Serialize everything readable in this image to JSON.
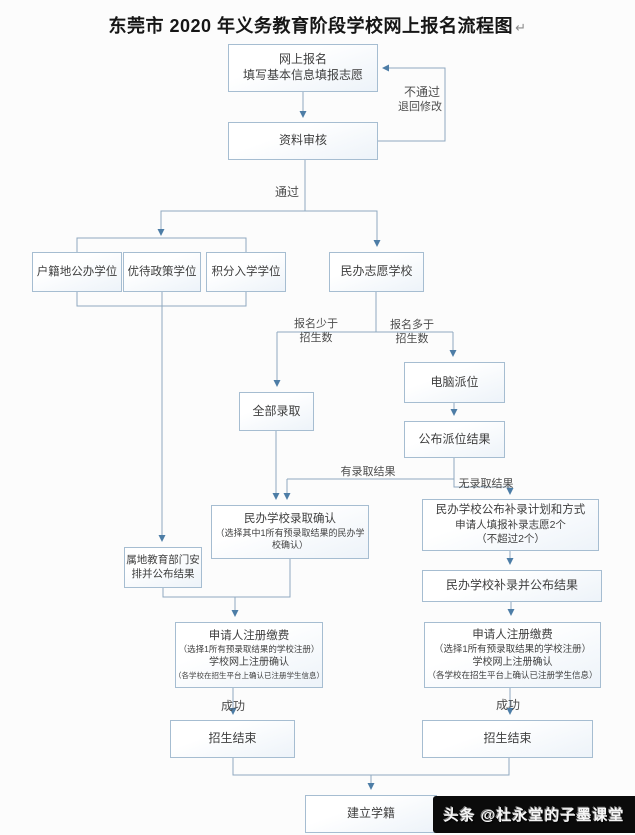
{
  "title": {
    "text": "东莞市 2020 年义务教育阶段学校网上报名流程图",
    "mark": "↵"
  },
  "nodes": {
    "online_signup": {
      "text": "网上报名\n填写基本信息填报志愿"
    },
    "material_review": {
      "text": "资料审核"
    },
    "household_public": {
      "text": "户籍地公办学位"
    },
    "preferential_policy": {
      "text": "优待政策学位"
    },
    "points_admission": {
      "text": "积分入学学位"
    },
    "private_volunteer": {
      "text": "民办志愿学校"
    },
    "all_admitted": {
      "text": "全部录取"
    },
    "computer_allocation": {
      "text": "电脑派位"
    },
    "allocation_result": {
      "text": "公布派位结果"
    },
    "private_confirm": {
      "line1": "民办学校录取确认",
      "line2": "（选择其中1所有预录取结果的民办学",
      "line3": "校确认）"
    },
    "local_authority": {
      "text": "属地教育部门安\n排并公布结果"
    },
    "supplement_plan": {
      "line1": "民办学校公布补录计划和方式",
      "line2": "申请人填报补录志愿2个",
      "line3": "（不超过2个）"
    },
    "supplement_result": {
      "text": "民办学校补录并公布结果"
    },
    "register_pay_left": {
      "line1": "申请人注册缴费",
      "line2": "（选择1所有预录取结果的学校注册）",
      "line3": "学校网上注册确认",
      "line4": "（各学校在招生平台上确认已注册学生信息）"
    },
    "register_pay_right": {
      "line1": "申请人注册缴费",
      "line2": "（选择1所有预录取结果的学校注册）",
      "line3": "学校网上注册确认",
      "line4": "（各学校在招生平台上确认已注册学生信息）"
    },
    "enroll_end_left": {
      "text": "招生结束"
    },
    "enroll_end_right": {
      "text": "招生结束"
    },
    "establish_status": {
      "text": "建立学籍"
    }
  },
  "edge_labels": {
    "not_pass": "不通过",
    "return_modify": "退回修改",
    "pass": "通过",
    "fewer_than_quota": "报名少于\n招生数",
    "more_than_quota": "报名多于\n招生数",
    "has_admission": "有录取结果",
    "no_admission": "无录取结果",
    "success_left": "成功",
    "success_right": "成功"
  },
  "watermark": {
    "text": "头条 @杜永堂的子墨课堂"
  },
  "colors": {
    "line": "#8fa9c0",
    "arrow": "#4d7da6",
    "box_border": "#a6bdd1",
    "text": "#3f3f3f"
  }
}
